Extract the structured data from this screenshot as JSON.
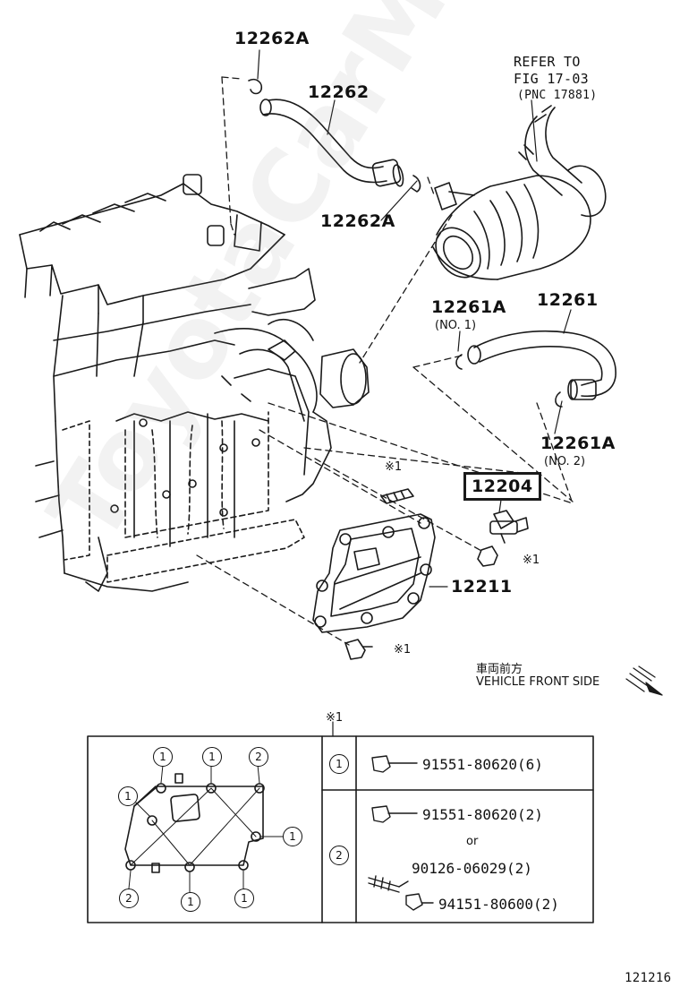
{
  "labels": {
    "p12262A_top": "12262A",
    "p12262": "12262",
    "p12262A_mid": "12262A",
    "refer_line1": "REFER TO",
    "refer_line2": "FIG 17-03",
    "refer_line3": "(PNC 17881)",
    "p12261A_top": "12261A",
    "p12261A_top_sub": "(NO. 1)",
    "p12261": "12261",
    "p12261A_bottom": "12261A",
    "p12261A_bottom_sub": "(NO. 2)",
    "p12204": "12204",
    "p12211": "12211",
    "ref_mark_a": "※1",
    "ref_mark_b": "※1",
    "ref_mark_c": "※1",
    "ref_mark_table": "※1",
    "front_jp": "車両前方",
    "front_en": "VEHICLE FRONT SIDE",
    "fig_number": "121216",
    "watermark": "ToyotaCarMaster.ru"
  },
  "inset": {
    "circle_labels": [
      "1",
      "1",
      "2",
      "1",
      "1",
      "2",
      "1",
      "1"
    ],
    "rows": [
      {
        "key": "1",
        "items": [
          {
            "part": "91551-80620(6)"
          }
        ]
      },
      {
        "key": "2",
        "items": [
          {
            "part": "91551-80620(2)"
          },
          {
            "sep": "or"
          },
          {
            "part": "90126-06029(2)"
          },
          {
            "part": "94151-80600(2)"
          }
        ]
      }
    ]
  }
}
